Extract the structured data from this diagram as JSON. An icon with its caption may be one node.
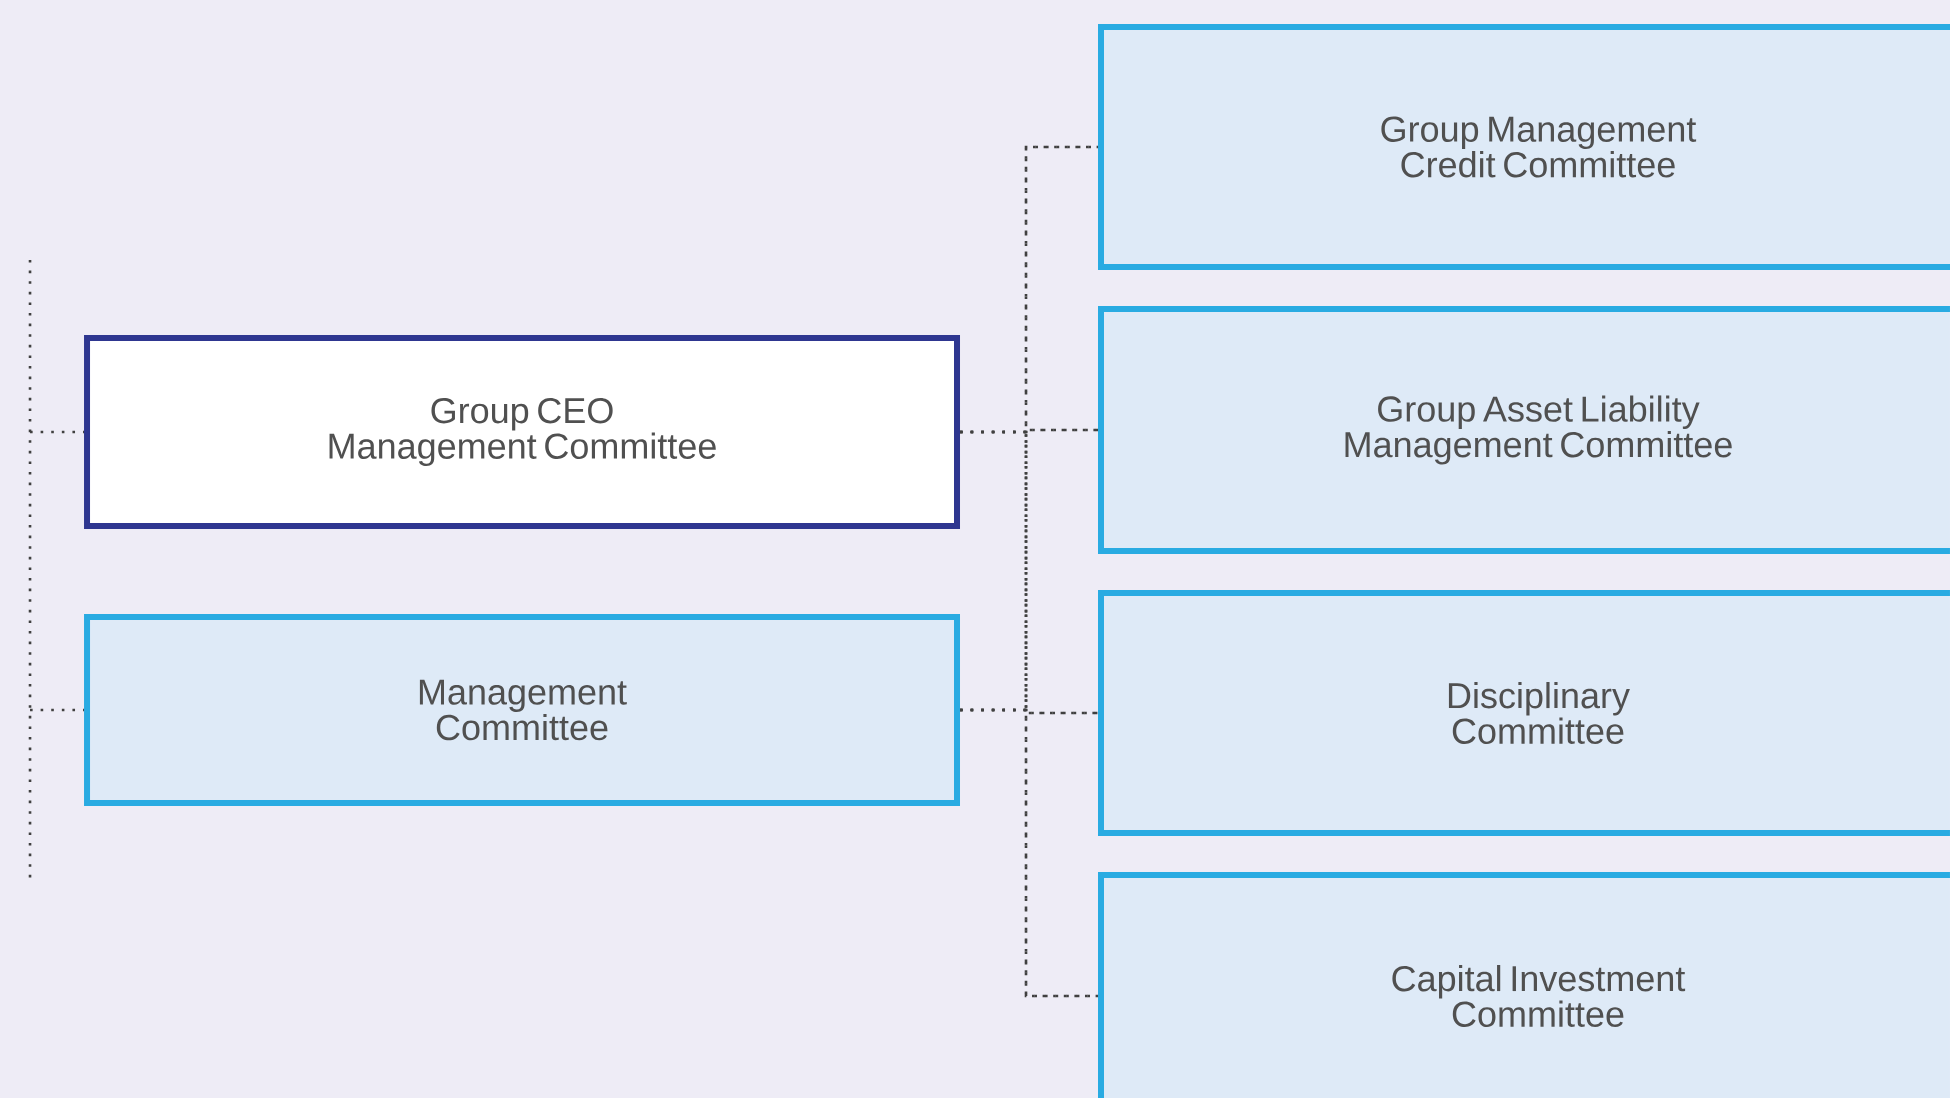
{
  "diagram": {
    "nodes": [
      {
        "text": [
          "Group CEO Management Committee"
        ]
      },
      {
        "text": [
          "Management Committee"
        ]
      },
      {
        "text": [
          "Group Management Credit Committee"
        ]
      },
      {
        "text": [
          "Group Asset Liability Management Committee"
        ]
      },
      {
        "text": [
          "Disciplinary Committee"
        ]
      },
      {
        "text": [
          "Capital Investment Committee"
        ]
      }
    ],
    "edges": [
      {
        "from": null,
        "to": 0,
        "arrow": "none",
        "style": "dashed"
      },
      {
        "from": null,
        "to": 1,
        "arrow": "none",
        "style": "dashed"
      },
      {
        "from": 0,
        "to": 2,
        "arrow": "none",
        "style": "dashed"
      },
      {
        "from": 0,
        "to": 3,
        "arrow": "none",
        "style": "dashed"
      },
      {
        "from": 0,
        "to": 4,
        "arrow": "none",
        "style": "dashed"
      },
      {
        "from": 0,
        "to": 5,
        "arrow": "none",
        "style": "dashed"
      },
      {
        "from": 1,
        "to": 2,
        "arrow": "none",
        "style": "dashed"
      },
      {
        "from": 1,
        "to": 3,
        "arrow": "none",
        "style": "dashed"
      },
      {
        "from": 1,
        "to": 4,
        "arrow": "none",
        "style": "dashed"
      },
      {
        "from": 1,
        "to": 5,
        "arrow": "none",
        "style": "dashed"
      }
    ]
  }
}
